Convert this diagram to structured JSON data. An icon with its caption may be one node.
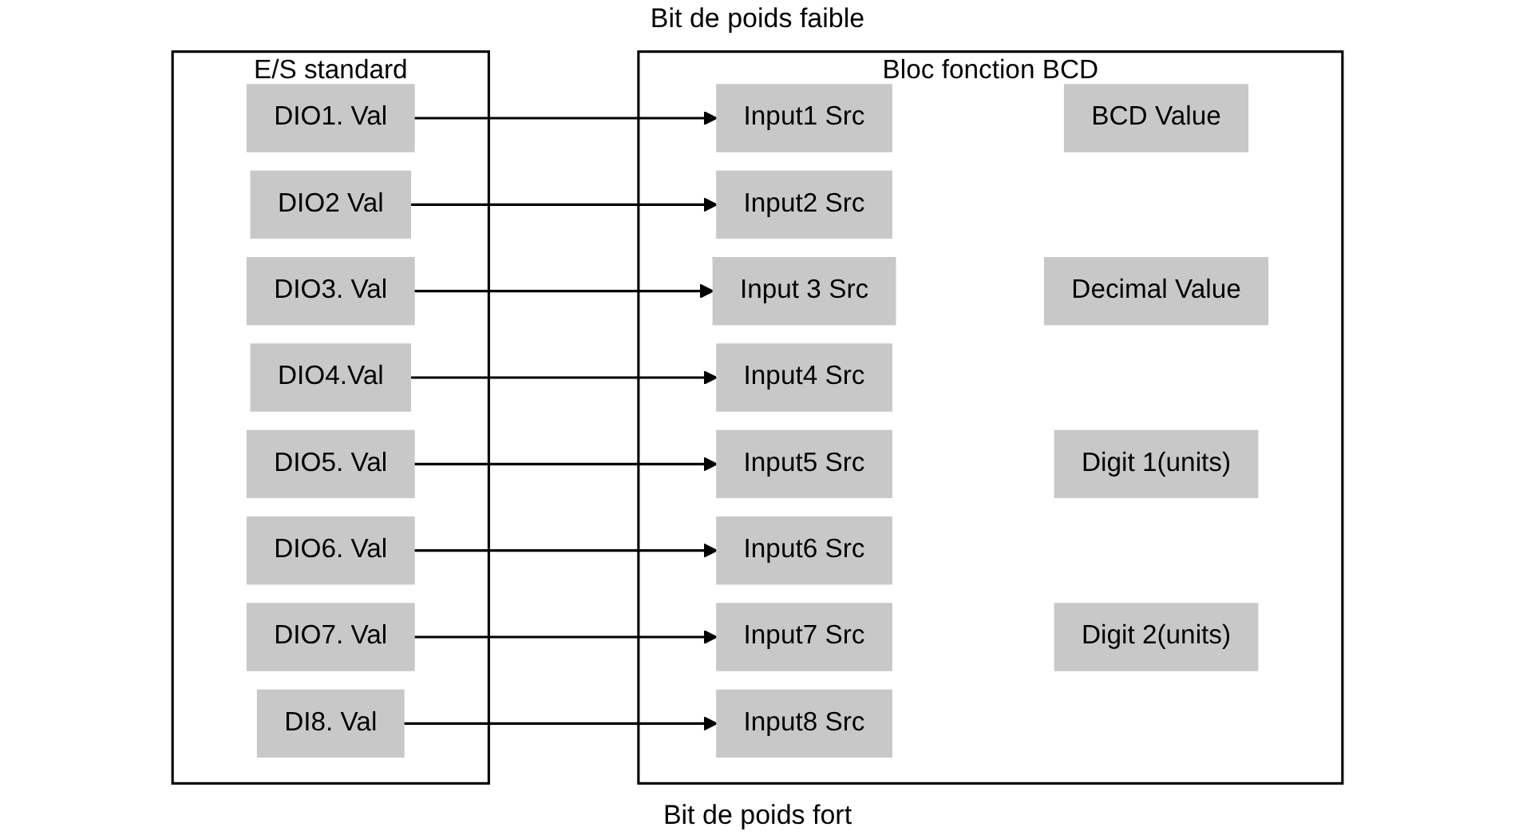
{
  "diagram": {
    "nodes": [
      {
        "text": [
          "E/S standard"
        ]
      },
      {
        "text": [
          "DIO1. Val"
        ],
        "in": 0
      },
      {
        "text": [
          "DIO2 Val"
        ],
        "in": 0
      },
      {
        "text": [
          "DIO3. Val"
        ],
        "in": 0
      },
      {
        "text": [
          "DIO4.Val"
        ],
        "in": 0
      },
      {
        "text": [
          "DIO5. Val"
        ],
        "in": 0
      },
      {
        "text": [
          "DIO6. Val"
        ],
        "in": 0
      },
      {
        "text": [
          "DIO7. Val"
        ],
        "in": 0
      },
      {
        "text": [
          "DI8. Val"
        ],
        "in": 0
      },
      {
        "text": [
          "Bloc fonction BCD"
        ]
      },
      {
        "text": [
          "Input1 Src"
        ],
        "in": 9
      },
      {
        "text": [
          "Input2 Src"
        ],
        "in": 9
      },
      {
        "text": [
          "Input 3 Src"
        ],
        "in": 9
      },
      {
        "text": [
          "Input4 Src"
        ],
        "in": 9
      },
      {
        "text": [
          "Input5 Src"
        ],
        "in": 9
      },
      {
        "text": [
          "Input6 Src"
        ],
        "in": 9
      },
      {
        "text": [
          "Input7 Src"
        ],
        "in": 9
      },
      {
        "text": [
          "Input8 Src"
        ],
        "in": 9
      },
      {
        "text": [
          "BCD Value"
        ],
        "in": 9
      },
      {
        "text": [
          "Decimal Value"
        ],
        "in": 9
      },
      {
        "text": [
          "Digit 1(units)"
        ],
        "in": 9
      },
      {
        "text": [
          "Digit 2(units)"
        ],
        "in": 9
      }
    ],
    "edges": [
      {
        "from": 1,
        "to": 10,
        "arrow": "to"
      },
      {
        "from": 2,
        "to": 11,
        "arrow": "to"
      },
      {
        "from": 3,
        "to": 12,
        "arrow": "to"
      },
      {
        "from": 4,
        "to": 13,
        "arrow": "to"
      },
      {
        "from": 5,
        "to": 14,
        "arrow": "to"
      },
      {
        "from": 6,
        "to": 15,
        "arrow": "to"
      },
      {
        "from": 7,
        "to": 16,
        "arrow": "to"
      },
      {
        "from": 8,
        "to": 17,
        "arrow": "to"
      }
    ],
    "labels": [
      "Bit de poids faible",
      "Bit de poids fort"
    ]
  }
}
